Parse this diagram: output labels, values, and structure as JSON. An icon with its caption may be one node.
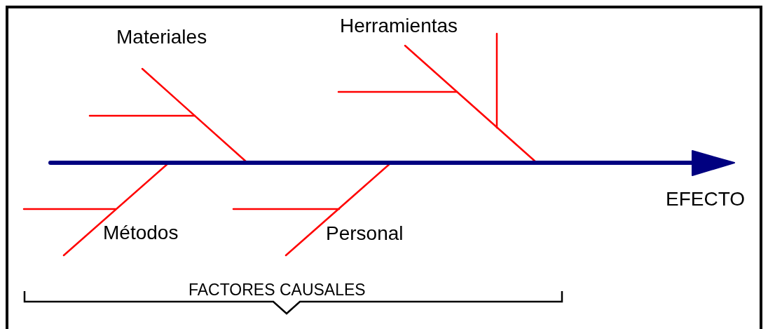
{
  "diagram": {
    "labels": [
      "Materiales",
      "Herramientas",
      "EFECTO",
      "Métodos",
      "Personal",
      "FACTORES CAUSALES"
    ]
  }
}
